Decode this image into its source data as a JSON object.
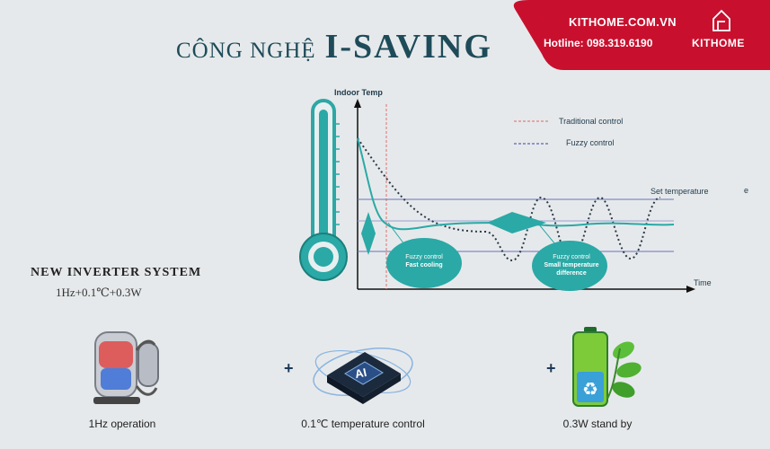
{
  "brand": {
    "website": "KITHOME.COM.VN",
    "hotline": "Hotline: 098.319.6190",
    "name": "KITHOME",
    "color": "#c8102e"
  },
  "title": {
    "prefix": "CÔNG NGHỆ",
    "name": "I-SAVING"
  },
  "diagram": {
    "y_axis_label": "Indoor Temp",
    "x_axis_label": "Time",
    "legend": [
      {
        "label": "Traditional control",
        "color": "#e08080"
      },
      {
        "label": "Fuzzy control",
        "color": "#5a66b0"
      }
    ],
    "set_temperature_label": "Set temperature",
    "set_temperature_suffix": "e",
    "bubble_1": {
      "line1": "Fuzzy control",
      "line2": "Fast cooling"
    },
    "bubble_2": {
      "line1": "Fuzzy control",
      "line2": "Small temperature",
      "line3": "difference"
    }
  },
  "system": {
    "title": "NEW INVERTER SYSTEM",
    "subtitle": "1Hz+0.1℃+0.3W"
  },
  "features": [
    {
      "icon": "compressor-icon",
      "caption": "1Hz operation"
    },
    {
      "icon": "ai-chip-icon",
      "caption": "0.1℃ temperature control"
    },
    {
      "icon": "eco-battery-icon",
      "caption": "0.3W stand by"
    }
  ],
  "plus_sign": "+"
}
